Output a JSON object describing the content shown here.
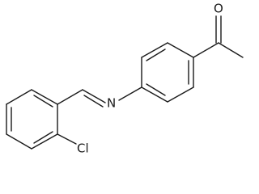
{
  "molecule": {
    "atoms": {
      "nitrogen": "N",
      "oxygen": "O",
      "chlorine": "Cl"
    }
  }
}
